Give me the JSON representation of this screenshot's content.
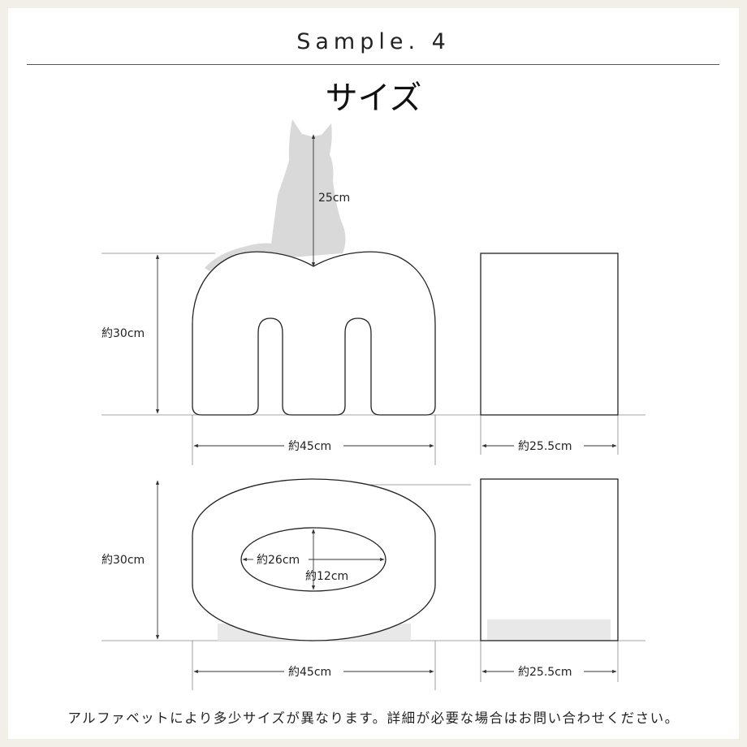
{
  "header": {
    "title": "Sample. 4",
    "heading": "サイズ"
  },
  "dimensions": {
    "cat_height": "25cm",
    "m_height": "約30cm",
    "m_width": "約45cm",
    "m_depth": "約25.5cm",
    "o_height": "約30cm",
    "o_hole_width": "約26cm",
    "o_hole_height": "約12cm",
    "o_width": "約45cm",
    "o_depth": "約25.5cm"
  },
  "footer": {
    "note": "アルファベットにより多少サイズが異なります。詳細が必要な場合はお問い合わせください。"
  },
  "colors": {
    "background": "#f2efe9",
    "card": "#ffffff",
    "outline": "#222222",
    "cat_silhouette": "#d9d9d9",
    "shadow": "#e8e8e8"
  }
}
